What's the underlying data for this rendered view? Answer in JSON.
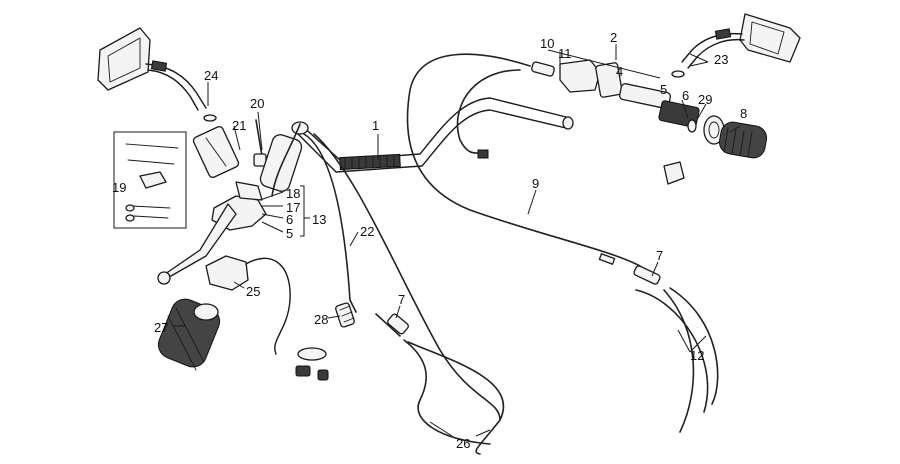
{
  "callouts": [
    {
      "id": "c1",
      "text": "1"
    },
    {
      "id": "c2",
      "text": "2"
    },
    {
      "id": "c4",
      "text": "4"
    },
    {
      "id": "c5a",
      "text": "5"
    },
    {
      "id": "c6a",
      "text": "6"
    },
    {
      "id": "c29",
      "text": "29"
    },
    {
      "id": "c8",
      "text": "8"
    },
    {
      "id": "c10",
      "text": "10"
    },
    {
      "id": "c11",
      "text": "11"
    },
    {
      "id": "c23",
      "text": "23"
    },
    {
      "id": "c24",
      "text": "24"
    },
    {
      "id": "c20",
      "text": "20"
    },
    {
      "id": "c21",
      "text": "21"
    },
    {
      "id": "c19",
      "text": "19"
    },
    {
      "id": "c18",
      "text": "18"
    },
    {
      "id": "c17",
      "text": "17"
    },
    {
      "id": "c16",
      "text": "6"
    },
    {
      "id": "c5b",
      "text": "5"
    },
    {
      "id": "c13",
      "text": "13"
    },
    {
      "id": "c22",
      "text": "22"
    },
    {
      "id": "c9",
      "text": "9"
    },
    {
      "id": "c7a",
      "text": "7"
    },
    {
      "id": "c7b",
      "text": "7"
    },
    {
      "id": "c12",
      "text": "12"
    },
    {
      "id": "c25",
      "text": "25"
    },
    {
      "id": "c27",
      "text": "27"
    },
    {
      "id": "c28",
      "text": "28"
    },
    {
      "id": "c26",
      "text": "26"
    }
  ]
}
